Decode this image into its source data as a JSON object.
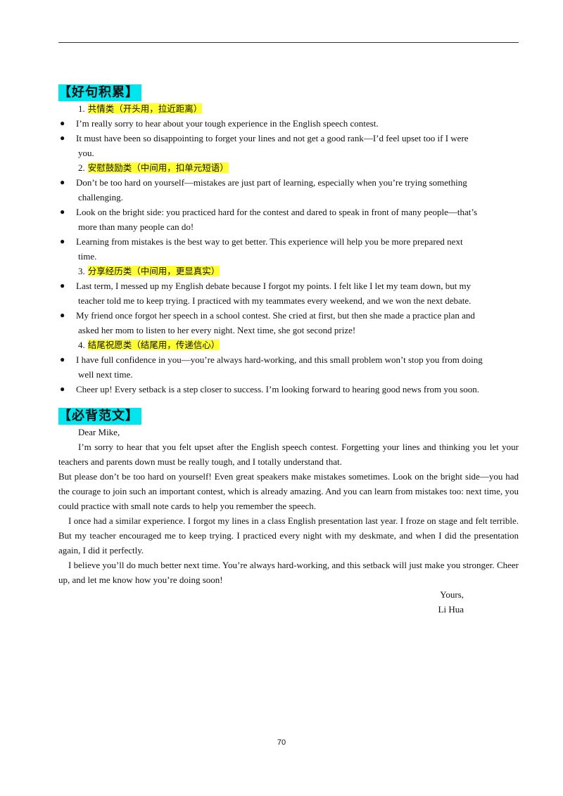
{
  "page_number": "70",
  "section1": {
    "title": "【好句积累】",
    "categories": [
      {
        "num": "1.",
        "label": "共情类（开头用，拉近距离）",
        "items": [
          [
            "I’m really sorry to hear about your tough experience in the English speech contest."
          ],
          [
            "It must have been so disappointing to forget your lines and not get a good rank—I’d feel upset too if I were",
            "you."
          ]
        ]
      },
      {
        "num": "2.",
        "label": "安慰鼓励类（中间用，扣单元短语）",
        "items": [
          [
            "Don’t be too hard on yourself—mistakes are just part of learning, especially when you’re trying something",
            "challenging."
          ],
          [
            "Look on the bright side: you practiced hard for the contest and dared to speak in front of many people—that’s",
            "more than many people can do!"
          ],
          [
            "Learning from mistakes is the best way to get better. This experience will help you be more prepared next",
            "time."
          ]
        ]
      },
      {
        "num": "3.",
        "label": "分享经历类（中间用，更显真实）",
        "items": [
          [
            "Last term, I messed up my English debate because I forgot my points. I felt like I let my team down, but my",
            "teacher told me to keep trying. I practiced with my teammates every weekend, and we won the next debate."
          ],
          [
            "My friend once forgot her speech in a school contest. She cried at first, but then she made a practice plan and",
            "asked her mom to listen to her every night. Next time, she got second prize!"
          ]
        ]
      },
      {
        "num": "4.",
        "label": "结尾祝愿类（结尾用，传递信心）",
        "items": [
          [
            "I have full confidence in you—you’re always hard-working, and this small problem won’t stop you from doing",
            "well next time."
          ],
          [
            "Cheer up! Every setback is a step closer to success. I’m looking forward to hearing good news from you soon."
          ]
        ]
      }
    ]
  },
  "section2": {
    "title": "【必背范文】",
    "greeting": "Dear Mike,",
    "paragraphs": [
      "I’m sorry to hear that you felt upset after the English speech contest. Forgetting your lines and thinking you let your teachers and parents down must be really tough, and I totally understand that.",
      "But please don’t be too hard on yourself! Even great speakers make mistakes sometimes. Look on the bright side—you had the courage to join such an important contest, which is already amazing. And you can learn from mistakes too: next time, you could practice with small note cards to help you remember the speech.",
      "I once had a similar experience. I forgot my lines in a class English presentation last year. I froze on stage and felt terrible. But my teacher encouraged me to keep trying. I practiced every night with my deskmate, and when I did the presentation again, I did it perfectly.",
      "I believe you’ll do much better next time. You’re always hard-working, and this setback will just make you stronger. Cheer up, and let me know how you’re doing soon!"
    ],
    "closing": "Yours,",
    "signature": "Li Hua"
  }
}
